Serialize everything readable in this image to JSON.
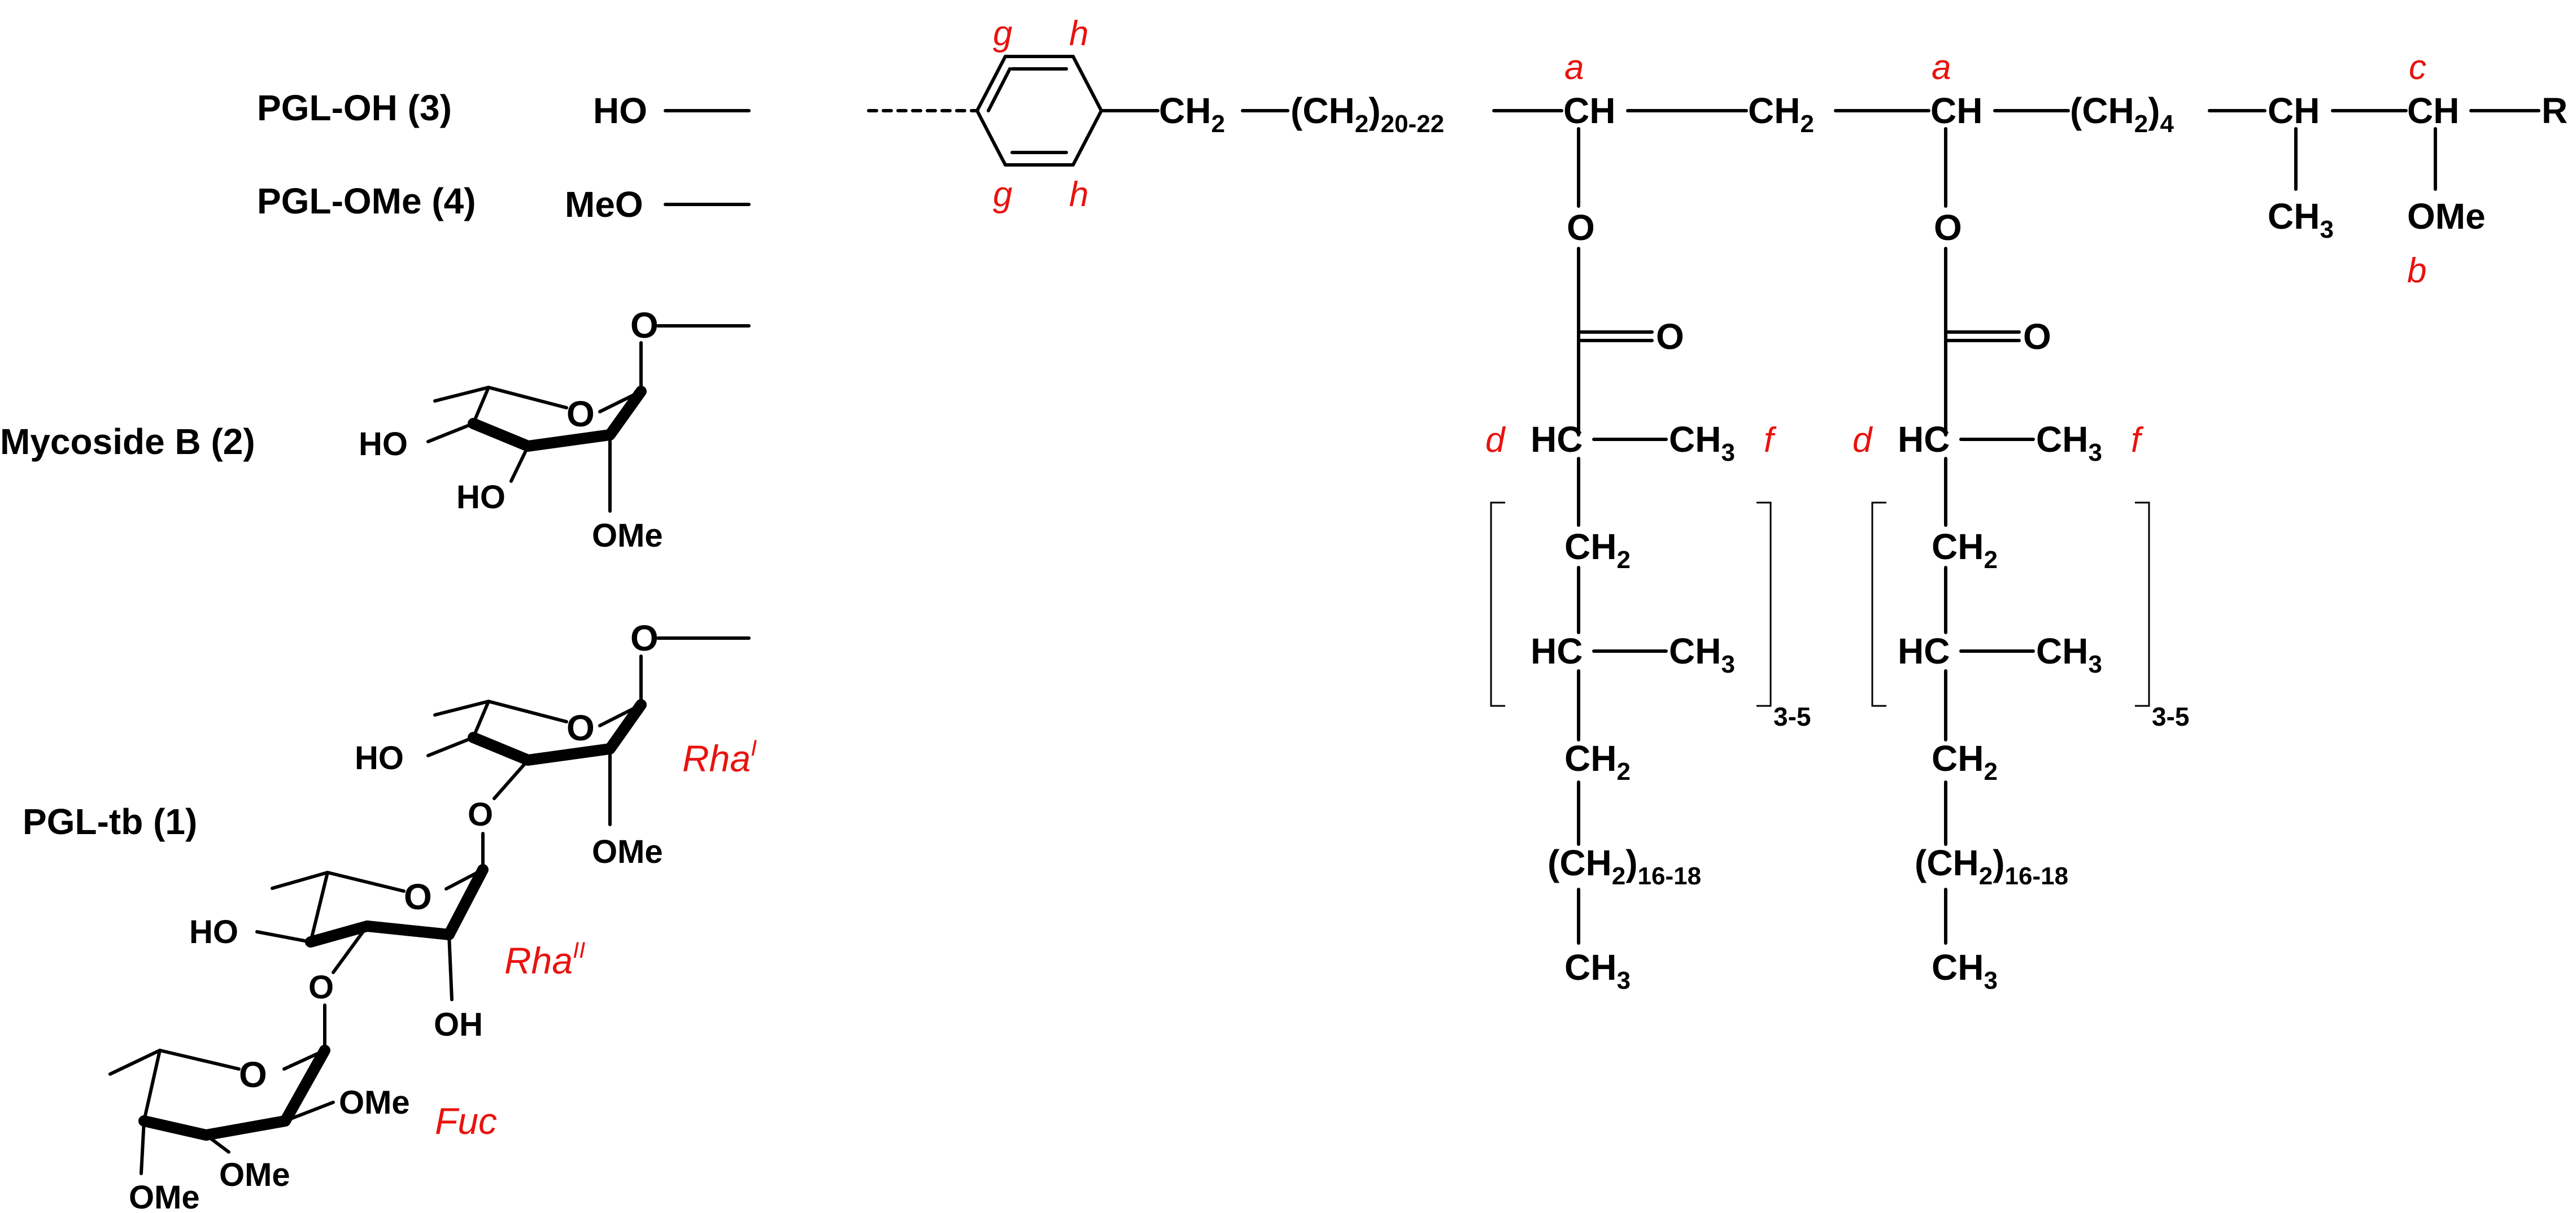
{
  "compounds": {
    "pgl_oh": "PGL-OH (3)",
    "pgl_ome": "PGL-OMe (4)",
    "mycoside_b": "Mycoside B (2)",
    "pgl_tb": "PGL-tb (1)"
  },
  "substituents": {
    "ho": "HO",
    "meo": "MeO"
  },
  "atoms": {
    "o": "O",
    "ho": "HO",
    "oh": "OH",
    "ome": "OMe",
    "ch": "CH",
    "hc": "HC",
    "ch2": "CH",
    "ch3": "CH",
    "sub2": "2",
    "sub3": "3",
    "r": "R"
  },
  "chain": {
    "sub_20_22": "20-22",
    "sub_4": "4",
    "sub_16_18": "16-18",
    "bracket_repeat": "3-5"
  },
  "sugar_labels": {
    "rha1": "Rha",
    "rha1_sup": "I",
    "rha2": "Rha",
    "rha2_sup": "II",
    "fuc": "Fuc"
  },
  "position_labels": {
    "a": "a",
    "b": "b",
    "c": "c",
    "d": "d",
    "f": "f",
    "g": "g",
    "h": "h"
  },
  "colors": {
    "bonds_text": "#000000",
    "annotations": "#e8130f"
  }
}
